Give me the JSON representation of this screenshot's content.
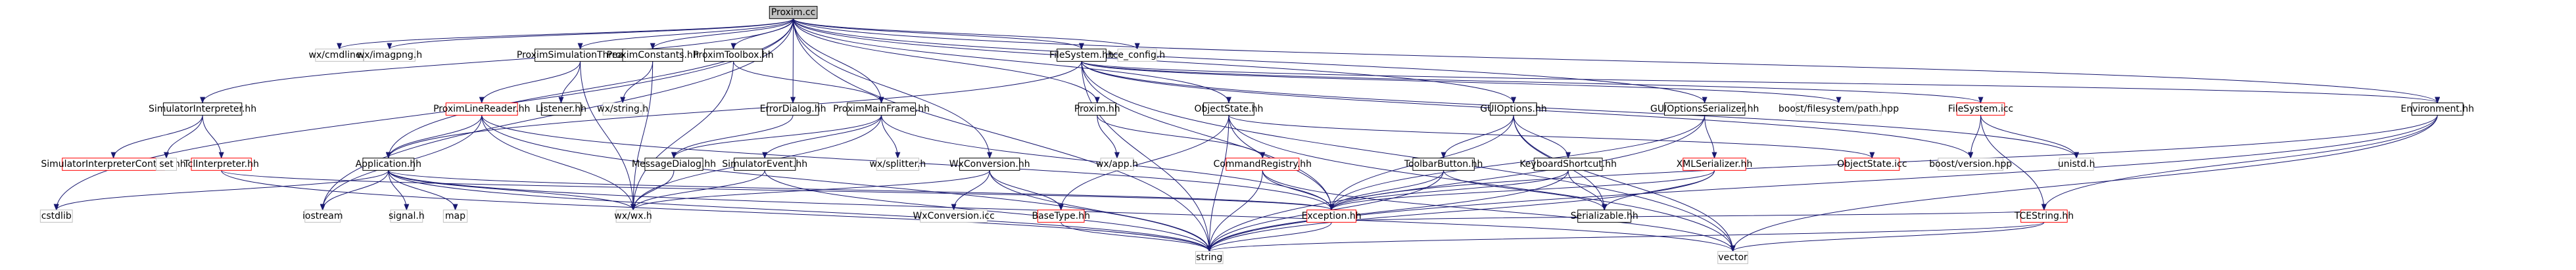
{
  "colors": {
    "edge": "#191970",
    "node_stroke_normal": "#bfbfbf",
    "node_stroke_linked": "#ff0000",
    "root_fill": "#bfbfbf",
    "root_stroke": "#000000",
    "node_text": "#000000",
    "node_fill": "#ffffff"
  },
  "graph": {
    "root": "Proxim.cc",
    "nodes": [
      {
        "id": "n_root",
        "label": "Proxim.cc",
        "style": "root"
      },
      {
        "id": "n_cmdline",
        "label": "wx/cmdline.h",
        "style": "plain"
      },
      {
        "id": "n_imagpng",
        "label": "wx/imagpng.h",
        "style": "plain"
      },
      {
        "id": "n_simthread",
        "label": "ProximSimulationThread.hh",
        "style": "linked"
      },
      {
        "id": "n_consts",
        "label": "ProximConstants.hh",
        "style": "linked"
      },
      {
        "id": "n_toolbox",
        "label": "ProximToolbox.hh",
        "style": "linked"
      },
      {
        "id": "n_tce_config",
        "label": "tce_config.h",
        "style": "plain"
      },
      {
        "id": "n_filesystem",
        "label": "FileSystem.hh",
        "style": "linked"
      },
      {
        "id": "n_siminterp",
        "label": "SimulatorInterpreter.hh",
        "style": "linked"
      },
      {
        "id": "n_linereader",
        "label": "ProximLineReader.hh",
        "style": "red"
      },
      {
        "id": "n_listener",
        "label": "Listener.hh",
        "style": "linked"
      },
      {
        "id": "n_wxstring",
        "label": "wx/string.h",
        "style": "plain"
      },
      {
        "id": "n_mainframe",
        "label": "ProximMainFrame.hh",
        "style": "linked"
      },
      {
        "id": "n_errordialog",
        "label": "ErrorDialog.hh",
        "style": "linked"
      },
      {
        "id": "n_proximhh",
        "label": "Proxim.hh",
        "style": "linked"
      },
      {
        "id": "n_objectstate",
        "label": "ObjectState.hh",
        "style": "linked"
      },
      {
        "id": "n_guioptions",
        "label": "GUIOptions.hh",
        "style": "linked"
      },
      {
        "id": "n_guioptser",
        "label": "GUIOptionsSerializer.hh",
        "style": "linked"
      },
      {
        "id": "n_boostfspath",
        "label": "boost/filesystem/path.hpp",
        "style": "plain"
      },
      {
        "id": "n_fsicc",
        "label": "FileSystem.icc",
        "style": "red"
      },
      {
        "id": "n_environment",
        "label": "Environment.hh",
        "style": "linked"
      },
      {
        "id": "n_siminterpctx",
        "label": "SimulatorInterpreterContext.hh",
        "style": "red"
      },
      {
        "id": "n_set",
        "label": "set",
        "style": "plain"
      },
      {
        "id": "n_tclinterp",
        "label": "TclInterpreter.hh",
        "style": "red"
      },
      {
        "id": "n_application",
        "label": "Application.hh",
        "style": "linked"
      },
      {
        "id": "n_msgdialog",
        "label": "MessageDialog.hh",
        "style": "linked"
      },
      {
        "id": "n_simevent",
        "label": "SimulatorEvent.hh",
        "style": "linked"
      },
      {
        "id": "n_wxsplitter",
        "label": "wx/splitter.h",
        "style": "plain"
      },
      {
        "id": "n_wxconversion",
        "label": "WxConversion.hh",
        "style": "linked"
      },
      {
        "id": "n_wxapp",
        "label": "wx/app.h",
        "style": "plain"
      },
      {
        "id": "n_cmdregistry",
        "label": "CommandRegistry.hh",
        "style": "red"
      },
      {
        "id": "n_toolbarbutton",
        "label": "ToolbarButton.hh",
        "style": "linked"
      },
      {
        "id": "n_keyboardshortcut",
        "label": "KeyboardShortcut.hh",
        "style": "linked"
      },
      {
        "id": "n_xmlserializer",
        "label": "XMLSerializer.hh",
        "style": "red"
      },
      {
        "id": "n_objectstateicc",
        "label": "ObjectState.icc",
        "style": "red"
      },
      {
        "id": "n_boostversion",
        "label": "boost/version.hpp",
        "style": "plain"
      },
      {
        "id": "n_unistd",
        "label": "unistd.h",
        "style": "plain"
      },
      {
        "id": "n_cstdlib",
        "label": "cstdlib",
        "style": "plain"
      },
      {
        "id": "n_iostream",
        "label": "iostream",
        "style": "plain"
      },
      {
        "id": "n_signal",
        "label": "signal.h",
        "style": "plain"
      },
      {
        "id": "n_map",
        "label": "map",
        "style": "plain"
      },
      {
        "id": "n_wxwx",
        "label": "wx/wx.h",
        "style": "plain"
      },
      {
        "id": "n_wxconvicc",
        "label": "WxConversion.icc",
        "style": "plain"
      },
      {
        "id": "n_basetype",
        "label": "BaseType.hh",
        "style": "red"
      },
      {
        "id": "n_exception",
        "label": "Exception.hh",
        "style": "red"
      },
      {
        "id": "n_serializable",
        "label": "Serializable.hh",
        "style": "linked"
      },
      {
        "id": "n_tcestring",
        "label": "TCEString.hh",
        "style": "red"
      },
      {
        "id": "n_string",
        "label": "string",
        "style": "plain"
      },
      {
        "id": "n_vector",
        "label": "vector",
        "style": "plain"
      }
    ],
    "edges": [
      [
        "n_root",
        "n_cmdline"
      ],
      [
        "n_root",
        "n_imagpng"
      ],
      [
        "n_root",
        "n_simthread"
      ],
      [
        "n_root",
        "n_consts"
      ],
      [
        "n_root",
        "n_toolbox"
      ],
      [
        "n_root",
        "n_tce_config"
      ],
      [
        "n_root",
        "n_filesystem"
      ],
      [
        "n_root",
        "n_siminterp"
      ],
      [
        "n_root",
        "n_mainframe"
      ],
      [
        "n_root",
        "n_errordialog"
      ],
      [
        "n_root",
        "n_proximhh"
      ],
      [
        "n_root",
        "n_objectstate"
      ],
      [
        "n_root",
        "n_guioptions"
      ],
      [
        "n_root",
        "n_guioptser"
      ],
      [
        "n_root",
        "n_environment"
      ],
      [
        "n_root",
        "n_application"
      ],
      [
        "n_root",
        "n_wxconversion"
      ],
      [
        "n_root",
        "n_cstdlib"
      ],
      [
        "n_root",
        "n_iostream"
      ],
      [
        "n_root",
        "n_string"
      ],
      [
        "n_simthread",
        "n_linereader"
      ],
      [
        "n_simthread",
        "n_listener"
      ],
      [
        "n_simthread",
        "n_wxwx"
      ],
      [
        "n_consts",
        "n_wxstring"
      ],
      [
        "n_consts",
        "n_wxwx"
      ],
      [
        "n_toolbox",
        "n_wxwx"
      ],
      [
        "n_toolbox",
        "n_mainframe"
      ],
      [
        "n_filesystem",
        "n_boostfspath"
      ],
      [
        "n_filesystem",
        "n_fsicc"
      ],
      [
        "n_filesystem",
        "n_exception"
      ],
      [
        "n_filesystem",
        "n_application"
      ],
      [
        "n_filesystem",
        "n_boostversion"
      ],
      [
        "n_filesystem",
        "n_unistd"
      ],
      [
        "n_filesystem",
        "n_string"
      ],
      [
        "n_filesystem",
        "n_vector"
      ],
      [
        "n_filesystem",
        "n_environment"
      ],
      [
        "n_fsicc",
        "n_boostversion"
      ],
      [
        "n_fsicc",
        "n_unistd"
      ],
      [
        "n_fsicc",
        "n_tcestring"
      ],
      [
        "n_siminterp",
        "n_siminterpctx"
      ],
      [
        "n_siminterp",
        "n_set"
      ],
      [
        "n_siminterp",
        "n_tclinterp"
      ],
      [
        "n_tclinterp",
        "n_exception"
      ],
      [
        "n_tclinterp",
        "n_string"
      ],
      [
        "n_linereader",
        "n_application"
      ],
      [
        "n_linereader",
        "n_iostream"
      ],
      [
        "n_linereader",
        "n_wxwx"
      ],
      [
        "n_linereader",
        "n_exception"
      ],
      [
        "n_linereader",
        "n_string"
      ],
      [
        "n_mainframe",
        "n_msgdialog"
      ],
      [
        "n_mainframe",
        "n_simevent"
      ],
      [
        "n_mainframe",
        "n_wxsplitter"
      ],
      [
        "n_mainframe",
        "n_wxwx"
      ],
      [
        "n_mainframe",
        "n_exception"
      ],
      [
        "n_errordialog",
        "n_msgdialog"
      ],
      [
        "n_msgdialog",
        "n_wxwx"
      ],
      [
        "n_simevent",
        "n_wxwx"
      ],
      [
        "n_simevent",
        "n_string"
      ],
      [
        "n_application",
        "n_cstdlib"
      ],
      [
        "n_application",
        "n_iostream"
      ],
      [
        "n_application",
        "n_signal"
      ],
      [
        "n_application",
        "n_map"
      ],
      [
        "n_application",
        "n_wxwx"
      ],
      [
        "n_application",
        "n_string"
      ],
      [
        "n_application",
        "n_exception"
      ],
      [
        "n_application",
        "n_vector"
      ],
      [
        "n_wxconversion",
        "n_wxwx"
      ],
      [
        "n_wxconversion",
        "n_wxconvicc"
      ],
      [
        "n_wxconversion",
        "n_basetype"
      ],
      [
        "n_wxconversion",
        "n_string"
      ],
      [
        "n_proximhh",
        "n_wxapp"
      ],
      [
        "n_proximhh",
        "n_cmdregistry"
      ],
      [
        "n_cmdregistry",
        "n_exception"
      ],
      [
        "n_cmdregistry",
        "n_string"
      ],
      [
        "n_cmdregistry",
        "n_vector"
      ],
      [
        "n_objectstate",
        "n_basetype"
      ],
      [
        "n_objectstate",
        "n_exception"
      ],
      [
        "n_objectstate",
        "n_objectstateicc"
      ],
      [
        "n_objectstate",
        "n_string"
      ],
      [
        "n_objectstate",
        "n_vector"
      ],
      [
        "n_guioptions",
        "n_toolbarbutton"
      ],
      [
        "n_guioptions",
        "n_keyboardshortcut"
      ],
      [
        "n_guioptions",
        "n_serializable"
      ],
      [
        "n_guioptions",
        "n_exception"
      ],
      [
        "n_guioptions",
        "n_vector"
      ],
      [
        "n_guioptser",
        "n_xmlserializer"
      ],
      [
        "n_guioptser",
        "n_exception"
      ],
      [
        "n_guioptser",
        "n_string"
      ],
      [
        "n_toolbarbutton",
        "n_serializable"
      ],
      [
        "n_toolbarbutton",
        "n_exception"
      ],
      [
        "n_toolbarbutton",
        "n_string"
      ],
      [
        "n_keyboardshortcut",
        "n_serializable"
      ],
      [
        "n_keyboardshortcut",
        "n_exception"
      ],
      [
        "n_keyboardshortcut",
        "n_string"
      ],
      [
        "n_xmlserializer",
        "n_serializable"
      ],
      [
        "n_xmlserializer",
        "n_exception"
      ],
      [
        "n_xmlserializer",
        "n_string"
      ],
      [
        "n_exception",
        "n_string"
      ],
      [
        "n_exception",
        "n_tcestring"
      ],
      [
        "n_environment",
        "n_tcestring"
      ],
      [
        "n_environment",
        "n_exception"
      ],
      [
        "n_environment",
        "n_string"
      ],
      [
        "n_environment",
        "n_vector"
      ],
      [
        "n_basetype",
        "n_string"
      ],
      [
        "n_tcestring",
        "n_string"
      ],
      [
        "n_tcestring",
        "n_vector"
      ]
    ]
  }
}
